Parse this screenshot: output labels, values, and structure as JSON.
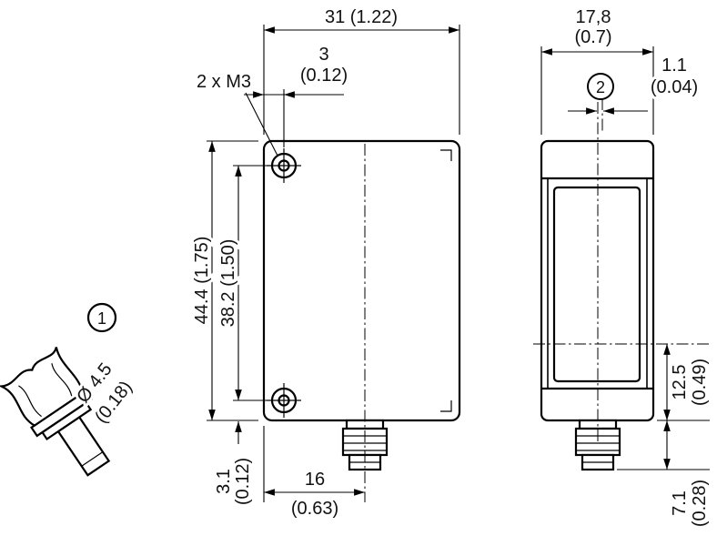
{
  "drawing": {
    "background": "#ffffff",
    "line_color": "#000000",
    "text_color": "#111111"
  },
  "labels": {
    "detail_badge": "1",
    "side_badge": "2",
    "thread_label": "2 x M3"
  },
  "dimensions": {
    "front_width": "31 (1.22)",
    "hole_offset_x": "3",
    "hole_offset_x_in": "(0.12)",
    "front_height": "44.4 (1.75)",
    "hole_spacing": "38.2 (1.50)",
    "hole_offset_bottom": "3.1",
    "hole_offset_bottom_in": "(0.12)",
    "connector_offset_x": "16",
    "connector_offset_x_in": "(0.63)",
    "side_width": "17,8",
    "side_width_in": "(0.7)",
    "axis_offset": "1.1",
    "axis_offset_in": "(0.04)",
    "axis_to_bottom": "12.5",
    "axis_to_bottom_in": "(0.49)",
    "connector_length": "7.1",
    "connector_length_in": "(0.28)",
    "plug_diameter": "Ø 4.5",
    "plug_diameter_in": "(0.18)"
  }
}
